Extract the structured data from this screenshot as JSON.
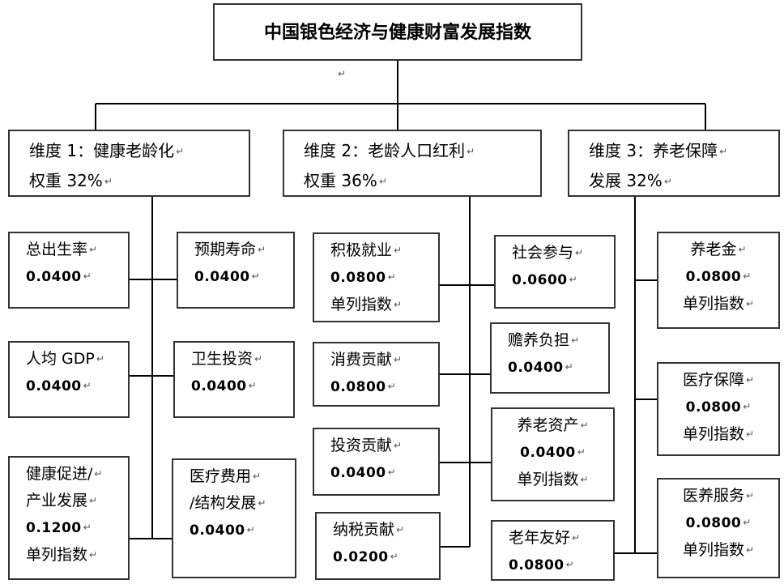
{
  "title": "中国银色经济与健康财富发展指数",
  "dimensions": [
    {
      "line1": "维度 1：健康老龄化",
      "line2": "权重 32%"
    },
    {
      "line1": "维度 2：老龄人口红利",
      "line2": "权重 36%"
    },
    {
      "line1": "维度 3：养老保障",
      "line2": "发展 32%"
    }
  ],
  "indicators": {
    "birth_rate": {
      "name": "总出生率",
      "value": "0.0400"
    },
    "life_expectancy": {
      "name": "预期寿命",
      "value": "0.0400"
    },
    "gdp_per_capita": {
      "name": "人均 GDP",
      "value": "0.0400"
    },
    "health_investment": {
      "name": "卫生投资",
      "value": "0.0400"
    },
    "health_industry": {
      "line1": "健康促进/",
      "line2": "产业发展",
      "value": "0.1200",
      "note": "单列指数"
    },
    "medical_cost": {
      "line1": "医疗费用",
      "line2": "/结构发展",
      "value": "0.0400"
    },
    "active_employment": {
      "name": "积极就业",
      "value": "0.0800",
      "note": "单列指数"
    },
    "social_participation": {
      "name": "社会参与",
      "value": "0.0600"
    },
    "consumption": {
      "name": "消费贡献",
      "value": "0.0800"
    },
    "dependency": {
      "name": "赡养负担",
      "value": "0.0400"
    },
    "investment": {
      "name": "投资贡献",
      "value": "0.0400"
    },
    "pension_assets": {
      "name": "养老资产",
      "value": "0.0400",
      "note": "单列指数"
    },
    "tax": {
      "name": "纳税贡献",
      "value": "0.0200"
    },
    "elderly_friendly": {
      "name": "老年友好",
      "value": "0.0800"
    },
    "pension": {
      "name": "养老金",
      "value": "0.0800",
      "note": "单列指数"
    },
    "medical_insurance": {
      "name": "医疗保障",
      "value": "0.0800",
      "note": "单列指数"
    },
    "care_service": {
      "name": "医养服务",
      "value": "0.0800",
      "note": "单列指数"
    }
  },
  "colors": {
    "border": "#333333",
    "line": "#000000"
  }
}
